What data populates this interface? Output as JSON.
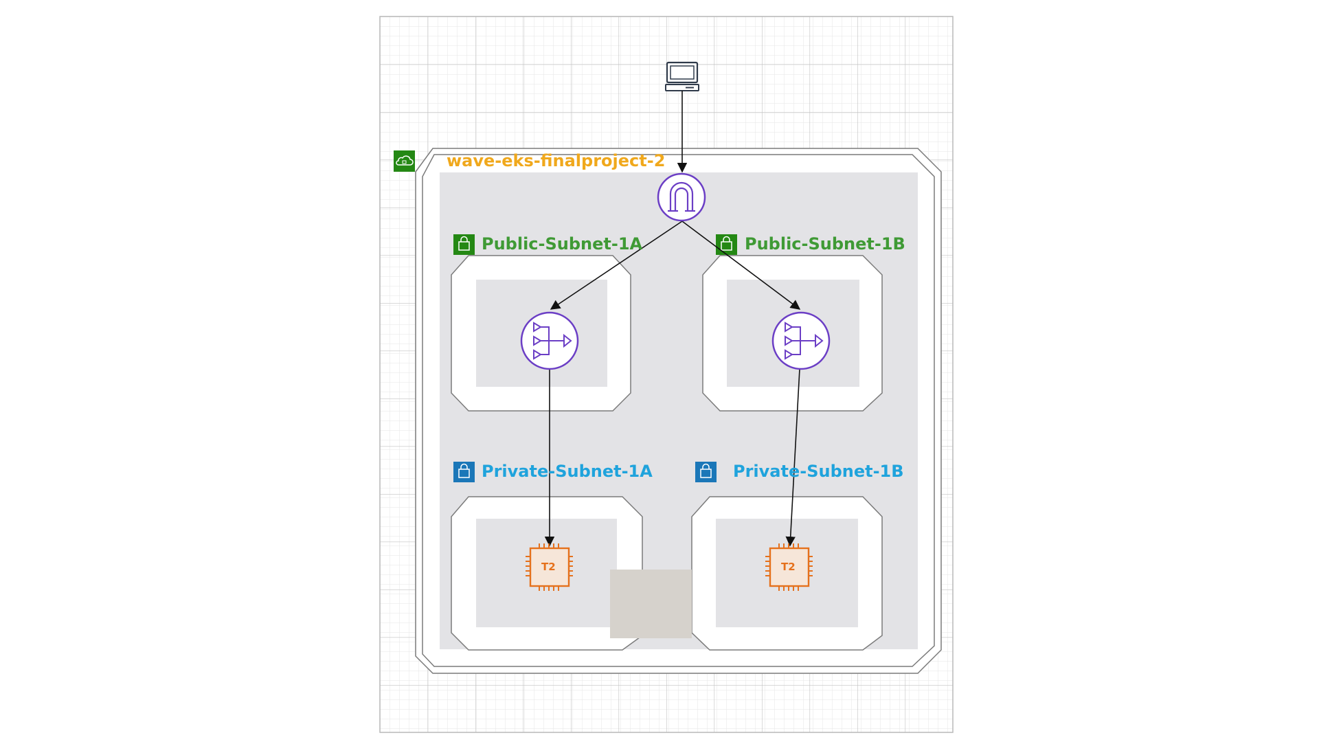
{
  "diagram": {
    "vpc": {
      "name": "wave-eks-finalproject-2",
      "icon": "vpc-cloud-icon",
      "label_color": "#f0a81c"
    },
    "client": {
      "icon": "client-computer-icon"
    },
    "internet_gateway": {
      "icon": "internet-gateway-icon"
    },
    "public_subnets": [
      {
        "name": "Public-Subnet-1A",
        "icon": "public-subnet-lock-icon",
        "nat_icon": "nat-gateway-icon"
      },
      {
        "name": "Public-Subnet-1B",
        "icon": "public-subnet-lock-icon",
        "nat_icon": "nat-gateway-icon"
      }
    ],
    "private_subnets": [
      {
        "name": "Private-Subnet-1A",
        "icon": "private-subnet-lock-icon",
        "instance_label": "T2"
      },
      {
        "name": "Private-Subnet-1B",
        "icon": "private-subnet-lock-icon",
        "instance_label": "T2"
      }
    ],
    "colors": {
      "public": "#3f9a35",
      "private": "#1fa3dc",
      "vpc_icon_bg": "#248814",
      "private_icon_bg": "#1b77b8",
      "gateway": "#6b3ec5",
      "ec2": "#e5711c",
      "grid": "#c9c9c9"
    },
    "connections": [
      {
        "from": "client",
        "to": "internet-gateway"
      },
      {
        "from": "internet-gateway",
        "to": "nat-gateway-1a"
      },
      {
        "from": "internet-gateway",
        "to": "nat-gateway-1b"
      },
      {
        "from": "nat-gateway-1a",
        "to": "ec2-instance-1a"
      },
      {
        "from": "nat-gateway-1b",
        "to": "ec2-instance-1b"
      }
    ]
  }
}
